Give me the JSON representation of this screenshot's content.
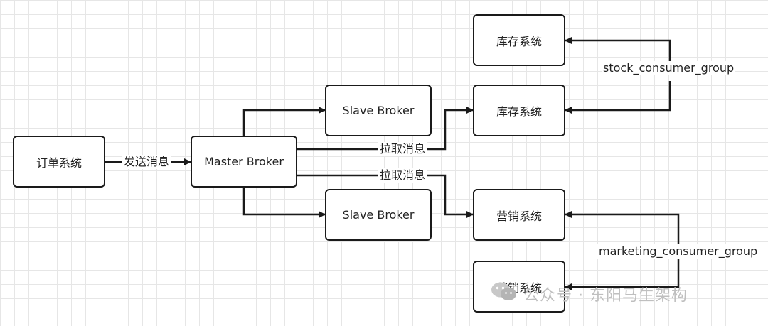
{
  "nodes": {
    "order_system": "订单系统",
    "master_broker": "Master Broker",
    "slave_broker_top": "Slave Broker",
    "slave_broker_bottom": "Slave Broker",
    "inventory_system_1": "库存系统",
    "inventory_system_2": "库存系统",
    "marketing_system_1": "营销系统",
    "marketing_system_2": "营销系统"
  },
  "edges": {
    "send_message": "发送消息",
    "pull_message_top": "拉取消息",
    "pull_message_bottom": "拉取消息"
  },
  "groups": {
    "stock": "stock_consumer_group",
    "marketing": "marketing_consumer_group"
  },
  "watermark": {
    "text": "公众号 · 东阳马生架构",
    "icon": "wechat-icon"
  },
  "colors": {
    "line": "#1a1a1a",
    "grid": "#e6e6e6",
    "watermark": "#bfbfbf"
  }
}
